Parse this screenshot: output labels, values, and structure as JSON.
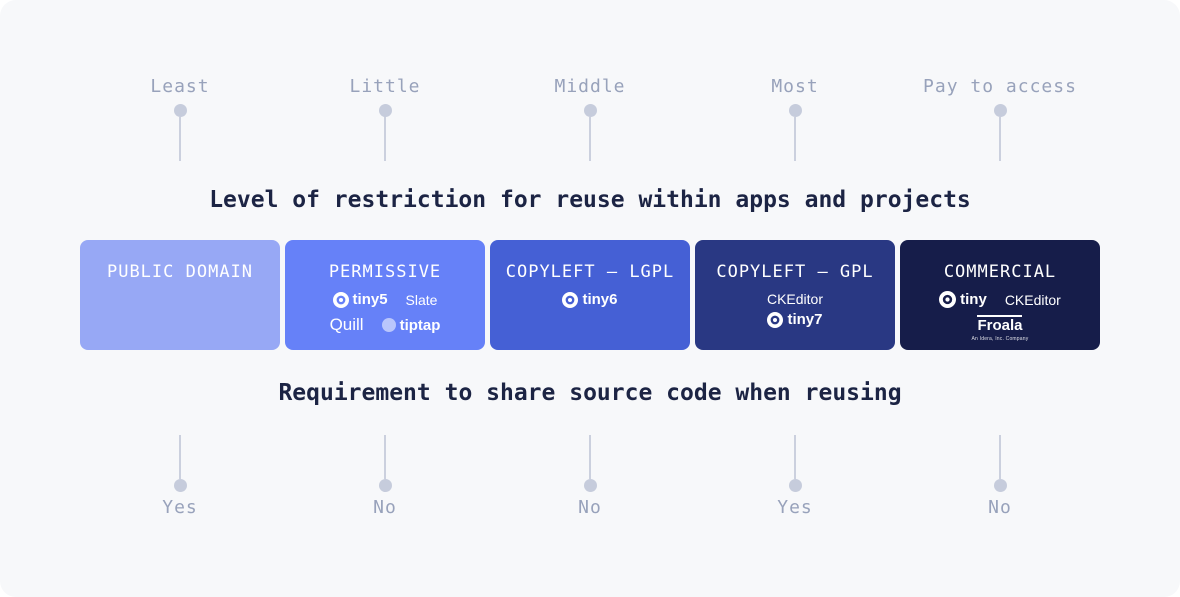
{
  "colors": {
    "panel_background": "#f7f8fa",
    "heading_text": "#1c2444",
    "pin": "#c6ccdc",
    "axis_label_text": "#98a2bb"
  },
  "top_axis": {
    "heading": "Level of restriction for reuse within apps and projects",
    "labels": [
      "Least",
      "Little",
      "Middle",
      "Most",
      "Pay to access"
    ]
  },
  "cards": [
    {
      "title": "PUBLIC DOMAIN",
      "color": "#97a8f5"
    },
    {
      "title": "PERMISSIVE",
      "color": "#6681f8",
      "logos": {
        "tiny": "tiny5",
        "slate": "Slate",
        "quill": "Quill",
        "tiptap": "tiptap"
      }
    },
    {
      "title": "COPYLEFT — LGPL",
      "color": "#4560d5",
      "logos": {
        "tiny": "tiny6"
      }
    },
    {
      "title": "COPYLEFT — GPL",
      "color": "#293883",
      "logos": {
        "ckeditor": "CKEditor",
        "tiny": "tiny7"
      }
    },
    {
      "title": "COMMERCIAL",
      "color": "#161d4a",
      "logos": {
        "tiny": "tiny",
        "ckeditor": "CKEditor",
        "froala": "Froala",
        "froala_sub": "An Idera, Inc. Company"
      }
    }
  ],
  "bottom_axis": {
    "heading": "Requirement to share source code when reusing",
    "labels": [
      "Yes",
      "No",
      "No",
      "Yes",
      "No"
    ]
  }
}
